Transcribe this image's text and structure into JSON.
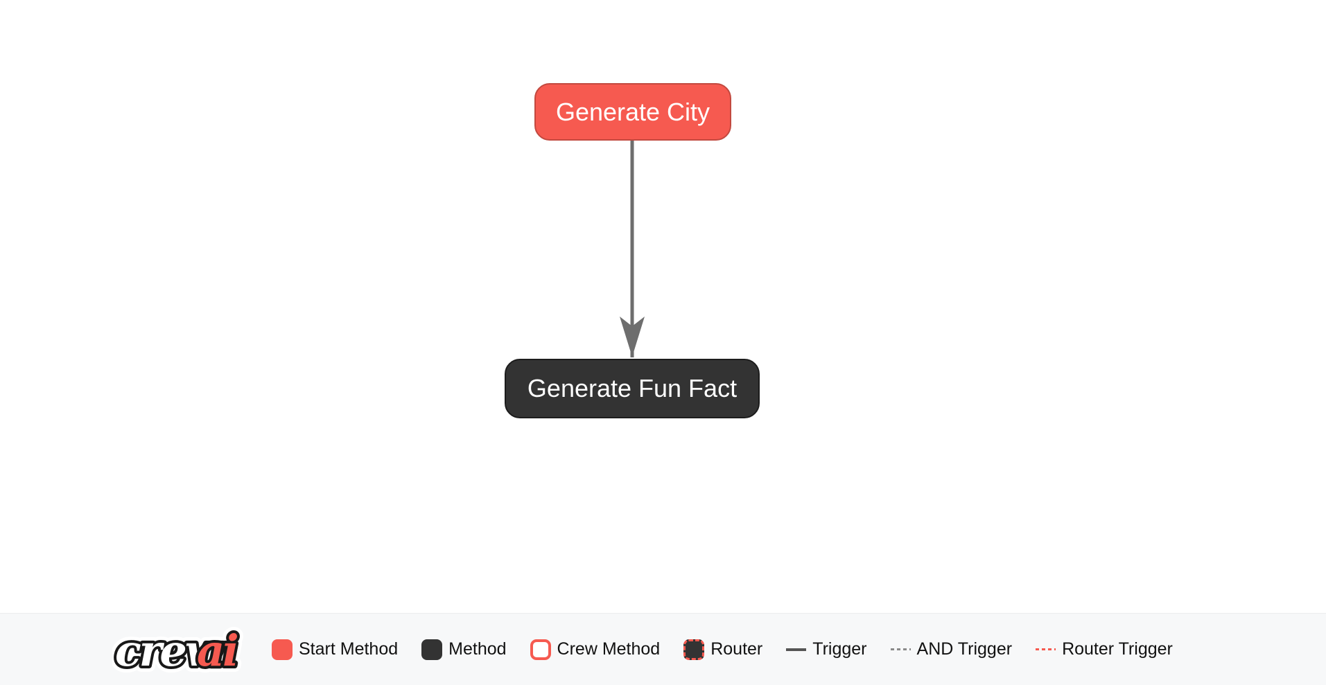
{
  "canvas": {
    "background": "#FFFFFF",
    "nodes": [
      {
        "label": "Generate City",
        "type": "start-method",
        "fill": "#F65A50",
        "border": "#C2493F",
        "text_color": "#FFFFFF"
      },
      {
        "label": "Generate Fun Fact",
        "type": "method",
        "fill": "#333333",
        "border": "#1C1C1C",
        "text_color": "#FFFFFF"
      }
    ],
    "edge": {
      "from": "Generate City",
      "to": "Generate Fun Fact",
      "type": "trigger",
      "color": "#6E6E6E"
    }
  },
  "footer": {
    "background": "#F7F8F9",
    "logo": {
      "part1": "crew",
      "part2": "ai",
      "part1_fill": "#FFFFFF",
      "part2_fill": "#F65A50",
      "outline": "#181818"
    },
    "legend": [
      {
        "label": "Start Method",
        "swatch": "start-method"
      },
      {
        "label": "Method",
        "swatch": "method"
      },
      {
        "label": "Crew Method",
        "swatch": "crew-method"
      },
      {
        "label": "Router",
        "swatch": "router"
      },
      {
        "label": "Trigger",
        "swatch": "trigger"
      },
      {
        "label": "AND Trigger",
        "swatch": "and-trigger"
      },
      {
        "label": "Router Trigger",
        "swatch": "router-trigger"
      }
    ],
    "colors": {
      "accent_red": "#F65A50",
      "dark": "#333333",
      "trigger_line": "#555555",
      "and_trigger_line": "#8A8A8A",
      "router_trigger_line": "#F65A50"
    }
  }
}
